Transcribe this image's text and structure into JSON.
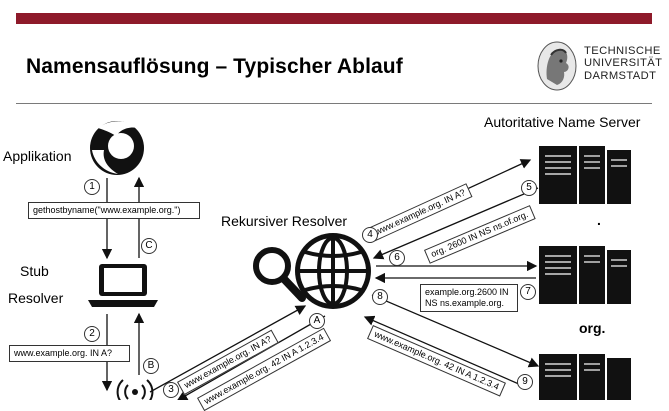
{
  "header": {
    "title": "Namensauflösung – Typischer Ablauf",
    "logo_lines": [
      "TECHNISCHE",
      "UNIVERSITÄT",
      "DARMSTADT"
    ]
  },
  "labels": {
    "app": "Applikation",
    "stub1": "Stub",
    "stub2": "Resolver",
    "recursive": "Rekursiver Resolver",
    "auth": "Autoritative Name Server",
    "root": ".",
    "org": "org."
  },
  "boxes": {
    "gethost": "gethostbyname(\"www.example.org.\")",
    "stub_query": "www.example.org. IN A?",
    "q4": "www.example.org. IN A?",
    "r5": "org. 2600 IN NS ns.of.org.",
    "r7_line1": "example.org.2600 IN",
    "r7_line2": "NS ns.example.org.",
    "r9": "www.example.org. 42 IN A 1.2.3.4",
    "q3": "www.example.org. IN A?",
    "rA": "www.example.org. 42 IN A 1.2.3.4"
  },
  "steps": {
    "s1": "1",
    "s2": "2",
    "s3": "3",
    "s4": "4",
    "s5": "5",
    "s6": "6",
    "s7": "7",
    "s8": "8",
    "s9": "9",
    "sA": "A",
    "sB": "B",
    "sC": "C"
  },
  "colors": {
    "accent": "#8e1a2a"
  }
}
